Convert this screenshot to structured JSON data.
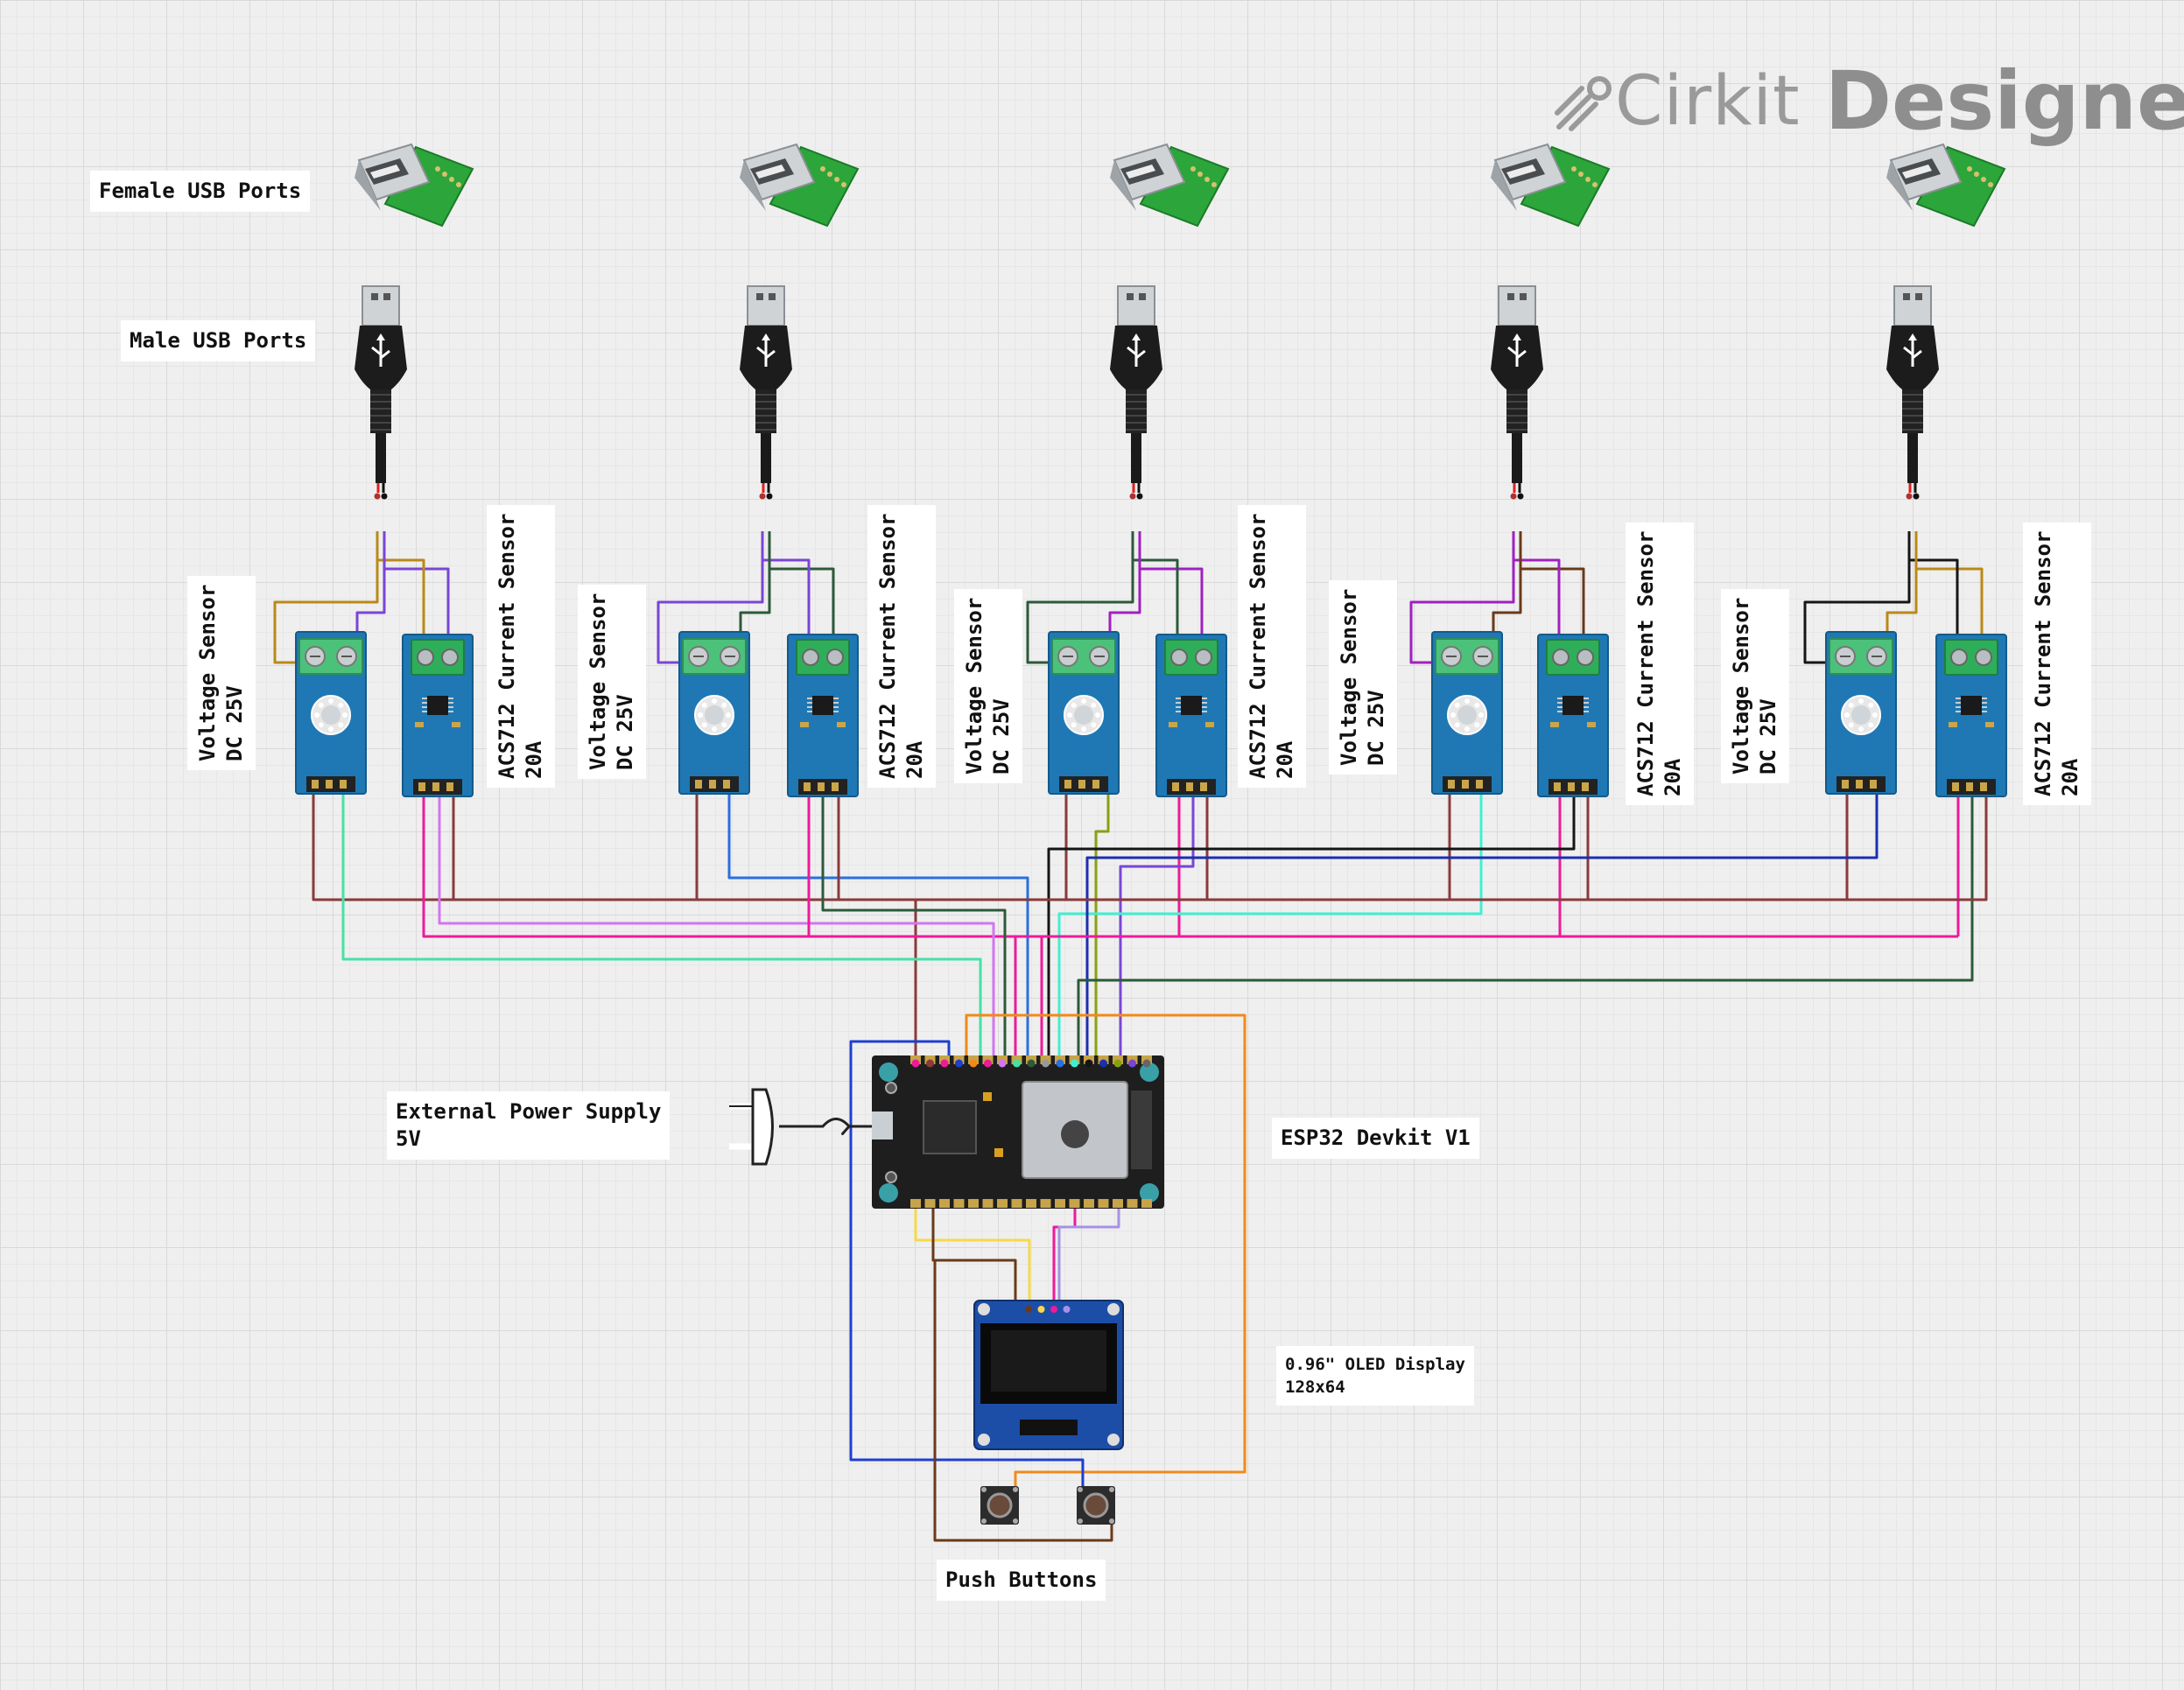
{
  "brand": {
    "name": "Cirkit",
    "product": "Designer"
  },
  "labels": {
    "female_usb": "Female USB Ports",
    "male_usb": "Male USB Ports",
    "voltage_sensor_line1": "Voltage Sensor",
    "voltage_sensor_line2": "DC 25V",
    "current_sensor_line1": "ACS712 Current Sensor",
    "current_sensor_line2": "20A",
    "external_power_line1": "External Power Supply",
    "external_power_line2": "5V",
    "esp32": "ESP32 Devkit V1",
    "oled_line1": "0.96\" OLED Display",
    "oled_line2": "128x64",
    "push_buttons": "Push Buttons"
  },
  "wire_colors": {
    "brown": "#8b3a3a",
    "pink": "#ee1a9a",
    "violet": "#d275f0",
    "mint": "#45e2a6",
    "cyan": "#3ff0d2",
    "blue": "#2a6fe0",
    "navy": "#1c2fb0",
    "dark_green": "#2c5a3a",
    "olive": "#88a010",
    "purple": "#7a45d6",
    "black": "#161616",
    "orange": "#f08a1a",
    "yellow": "#f7d84a",
    "gold": "#b98a18",
    "dark_brown": "#6a3a1a",
    "lavender": "#a890e6"
  },
  "module_count": 5
}
